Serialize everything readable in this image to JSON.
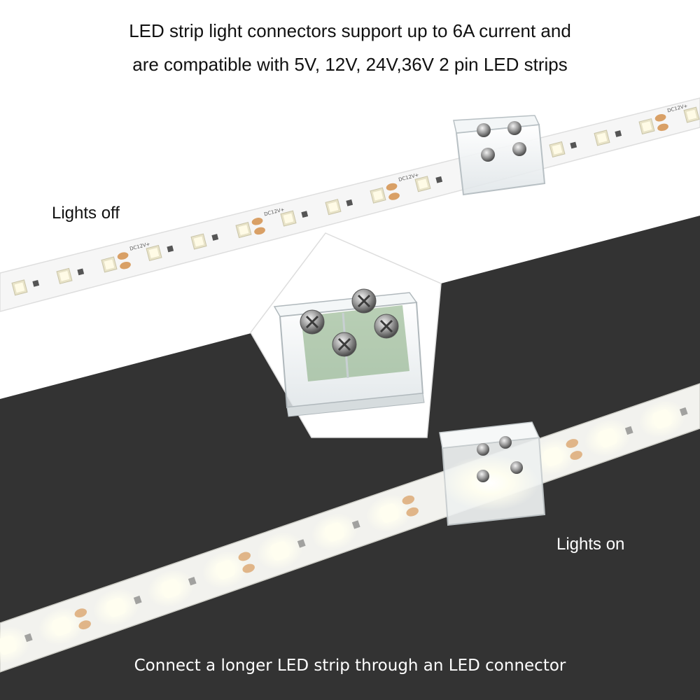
{
  "headline": {
    "line1": "LED strip light connectors support up to 6A current and",
    "line2": "are compatible with 5V, 12V, 24V,36V 2 pin LED strips"
  },
  "labels": {
    "lights_off": "Lights off",
    "lights_on": "Lights on"
  },
  "caption": "Connect a longer LED strip through an LED connector",
  "strip_marking": "DC12V+",
  "colors": {
    "dark_background": "#333333",
    "strip_body": "#f5f5f5",
    "solder_pad": "#d9a066",
    "led_off": "#e8e3c8",
    "led_on": "#fffef0",
    "text": "#111111",
    "caption_text": "#ffffff"
  }
}
